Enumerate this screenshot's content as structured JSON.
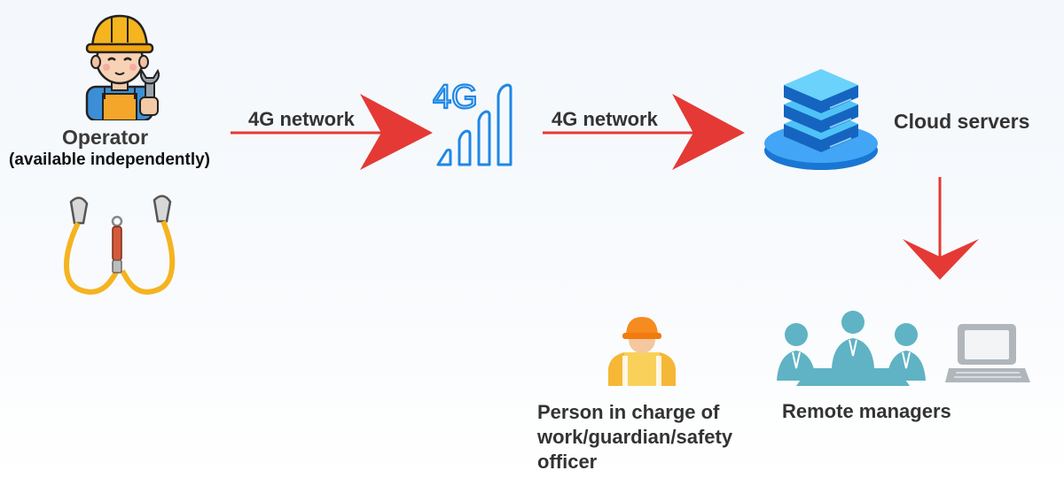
{
  "operator": {
    "title": "Operator",
    "subtitle": "(available independently)"
  },
  "links": {
    "first": "4G network",
    "second": "4G network"
  },
  "signal": {
    "label": "4G"
  },
  "cloud": {
    "label": "Cloud servers"
  },
  "remote": {
    "label": "Remote managers"
  },
  "person": {
    "lines": [
      "Person in charge of",
      "work/guardian/safety",
      "officer"
    ]
  },
  "colors": {
    "arrow": "#e53935",
    "signal": "#1e88e5",
    "server_top": "#4fc3f7",
    "server_side": "#1565c0",
    "managers": "#5fb3c4",
    "laptop": "#b0b6bc",
    "lanyard": "#f5b31f",
    "helmet": "#f6b51e"
  }
}
